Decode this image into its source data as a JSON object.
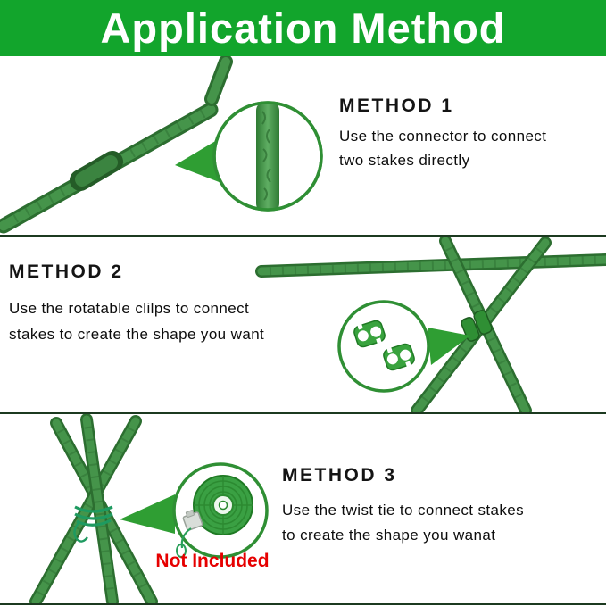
{
  "banner": {
    "title": "Application Method"
  },
  "methods": [
    {
      "heading": "METHOD 1",
      "line1": "Use the connector to  connect",
      "line2": "two stakes directly"
    },
    {
      "heading": "METHOD 2",
      "line1": "Use the rotatable clilps to connect",
      "line2": "stakes to create the shape you want"
    },
    {
      "heading": "METHOD 3",
      "line1": "Use the twist tie to connect stakes",
      "line2": "to create the shape you wanat"
    }
  ],
  "labels": {
    "not_included": "Not Included"
  },
  "colors": {
    "banner_green": "#12a52c",
    "stake_green": "#45944a",
    "stake_dark_green": "#2c6e30",
    "accent_green": "#2f9e33",
    "divider_green": "#1c3a20",
    "not_included_red": "#e60000",
    "heading_text": "#141414",
    "title_text": "#ffffff"
  }
}
